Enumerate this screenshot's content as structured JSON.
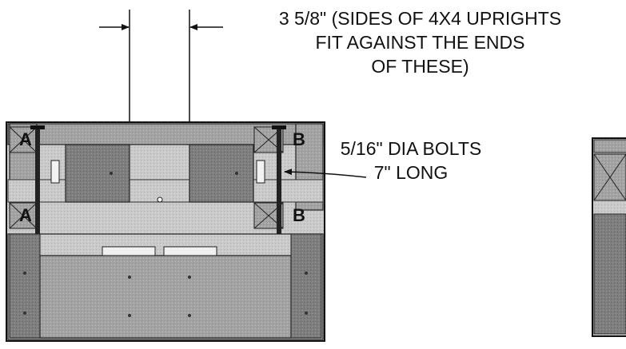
{
  "callouts": {
    "dimension": {
      "line1": "3 5/8\" (SIDES OF 4X4 UPRIGHTS",
      "line2": "FIT AGAINST THE ENDS",
      "line3": "OF THESE)"
    },
    "bolts": {
      "line1": "5/16\" DIA BOLTS",
      "line2": "7\" LONG"
    }
  },
  "bolt_tags": {
    "left_top": "A",
    "left_bottom": "A",
    "right_top": "B",
    "right_bottom": "B"
  }
}
